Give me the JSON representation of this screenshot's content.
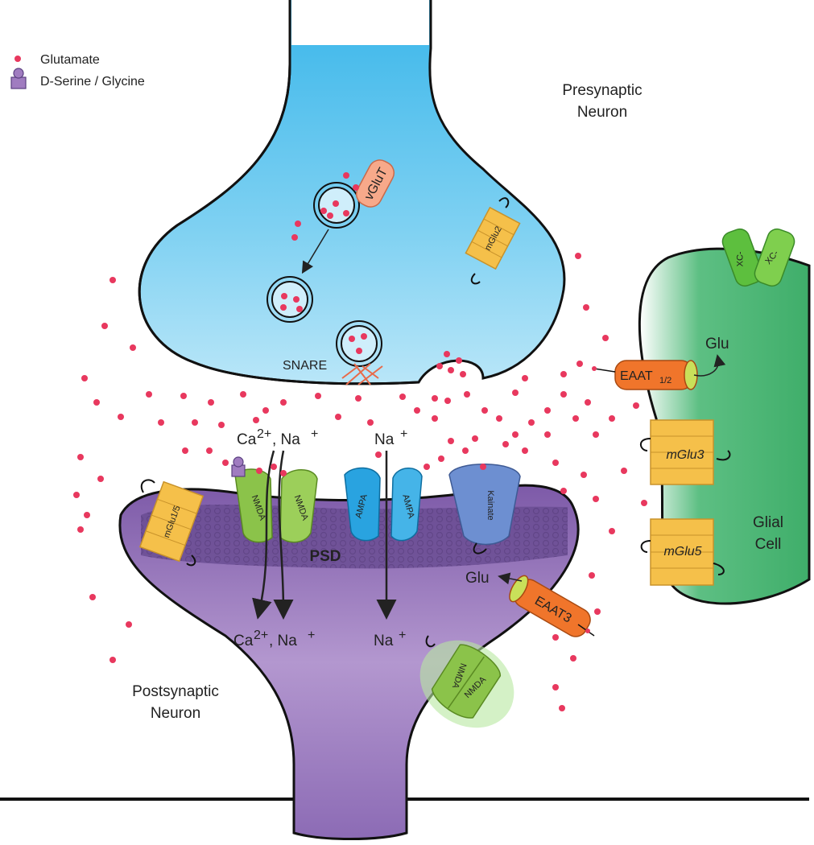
{
  "legend": {
    "glutamate": "Glutamate",
    "dserine": "D-Serine / Glycine"
  },
  "labels": {
    "presynaptic": [
      "Presynaptic",
      "Neuron"
    ],
    "postsynaptic": [
      "Postsynaptic",
      "Neuron"
    ],
    "glial": [
      "Glial",
      "Cell"
    ],
    "snare": "SNARE",
    "psd": "PSD",
    "vglut": "vGluT",
    "mglu2": "mGlu2",
    "mglu15": "mGlu1/5",
    "mglu3": "mGlu3",
    "mglu5": "mGlu5",
    "xc": "XC-",
    "nmda": "NMDA",
    "ampa": "AMPA",
    "kainate": "Kainate",
    "eaat12": "EAAT",
    "eaat12_sub": "1/2",
    "eaat3": "EAAT3",
    "glu_glial": "Glu",
    "glu_post": "Glu",
    "ca_na_top": "Ca",
    "ca_na_bottom": "Ca",
    "ca_sup": "2+",
    "na_suffix": ", Na",
    "na_plus": "+",
    "na_ampa_top": "Na",
    "na_ampa_bottom": "Na"
  },
  "colors": {
    "presynaptic": "#5cc3ee",
    "postsynaptic": "#8c6bb5",
    "psd": "#6a4d93",
    "glial": "#3fae6a",
    "glutamate": "#e8385e",
    "vglut": "#f7a98a",
    "mglu": "#f5c04a",
    "nmda": "#8bc34a",
    "ampa": "#29a3e0",
    "kainate": "#6d8fd1",
    "eaat": "#f0752b",
    "snare": "#e86a4a",
    "dserine": "#a07cc0"
  }
}
